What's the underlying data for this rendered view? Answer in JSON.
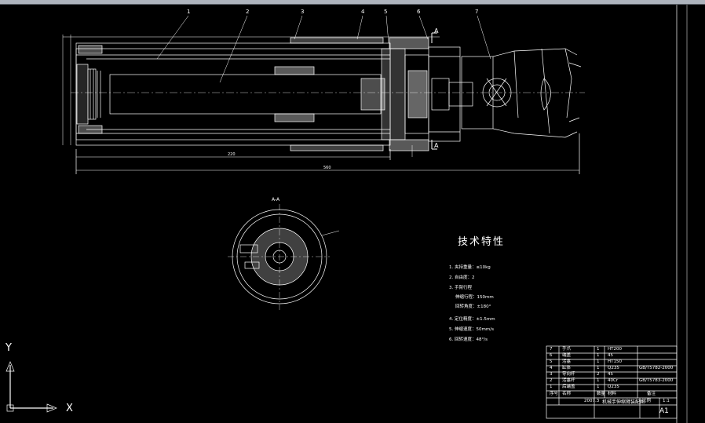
{
  "app": {
    "window_chrome": "dark CAD model space"
  },
  "drawing": {
    "callouts": [
      "1",
      "2",
      "3",
      "4",
      "5",
      "6",
      "7"
    ],
    "section_label": "A-A",
    "section_marks": [
      "A",
      "A"
    ],
    "tech_title": "技术特性",
    "tech_items": [
      "1. 夹持重量：≤10kg",
      "2. 自由度：2",
      "3. 手臂行程",
      "伸缩行程：150mm",
      "回转角度：±180°",
      "4. 定位精度：±1.5mm",
      "5. 伸缩速度：50mm/s",
      "6. 回转速度：48°/s"
    ],
    "dims": {
      "short": "220",
      "long": "560"
    }
  },
  "title_block": {
    "rows": [
      {
        "no": "7",
        "name": "手爪",
        "qty": "1",
        "material": "HT200",
        "standard": ""
      },
      {
        "no": "6",
        "name": "端盖",
        "qty": "1",
        "material": "45",
        "standard": ""
      },
      {
        "no": "5",
        "name": "活塞",
        "qty": "1",
        "material": "HT150",
        "standard": ""
      },
      {
        "no": "4",
        "name": "缸体",
        "qty": "1",
        "material": "Q235",
        "standard": "GB/T5782-2000"
      },
      {
        "no": "3",
        "name": "导向杆",
        "qty": "2",
        "material": "45",
        "standard": ""
      },
      {
        "no": "2",
        "name": "活塞杆",
        "qty": "1",
        "material": "40Cr",
        "standard": "GB/T5783-2000"
      },
      {
        "no": "1",
        "name": "后端盖",
        "qty": "1",
        "material": "Q235",
        "standard": ""
      }
    ],
    "header": {
      "no": "序号",
      "name": "名称",
      "qty": "数量",
      "material": "材料",
      "standard": "备注"
    },
    "date": "2007.3",
    "drawing_title": "机械手伸缩臂装配图",
    "scale_label": "比例",
    "scale": "1:1",
    "sheet": "A1"
  },
  "ucs": {
    "x_label": "X",
    "y_label": "Y"
  },
  "colors": {
    "background": "#000000",
    "lines": "#ffffff",
    "topbar": "#aeb4bd"
  }
}
